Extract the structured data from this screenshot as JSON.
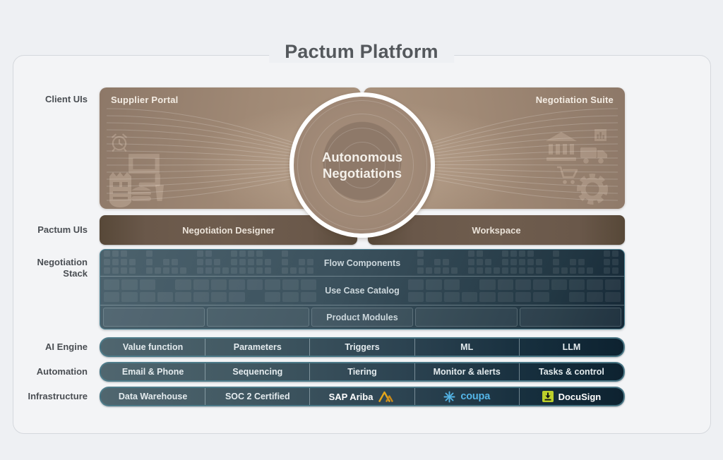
{
  "title": "Pactum Platform",
  "row_labels": {
    "client_uis": "Client UIs",
    "pactum_uis": "Pactum UIs",
    "negotiation_stack_line1": "Negotiation",
    "negotiation_stack_line2": "Stack",
    "ai_engine": "AI Engine",
    "automation": "Automation",
    "infrastructure": "Infrastructure"
  },
  "client_uis": {
    "supplier_portal": "Supplier Portal",
    "negotiation_suite": "Negotiation Suite",
    "circle_line1": "Autonomous",
    "circle_line2": "Negotiations"
  },
  "pactum_uis": {
    "negotiation_designer": "Negotiation Designer",
    "workspace": "Workspace"
  },
  "negotiation_stack": {
    "flow_components": "Flow Components",
    "use_case_catalog": "Use Case Catalog",
    "product_modules": "Product Modules"
  },
  "ai_engine": [
    "Value function",
    "Parameters",
    "Triggers",
    "ML",
    "LLM"
  ],
  "automation": [
    "Email & Phone",
    "Sequencing",
    "Tiering",
    "Monitor & alerts",
    "Tasks & control"
  ],
  "infrastructure": [
    "Data Warehouse",
    "SOC 2 Certified",
    "SAP Ariba",
    "coupa",
    "DocuSign"
  ],
  "colors": {
    "panel_brown": "#a08975",
    "bar_brown": "#6a584a",
    "stack_teal": "#3b515d",
    "row_teal_border": "#4e7f8e",
    "coupa_blue": "#54b5e7",
    "ariba_gold": "#e2a51d",
    "docusign_green": "#bccf2b"
  }
}
